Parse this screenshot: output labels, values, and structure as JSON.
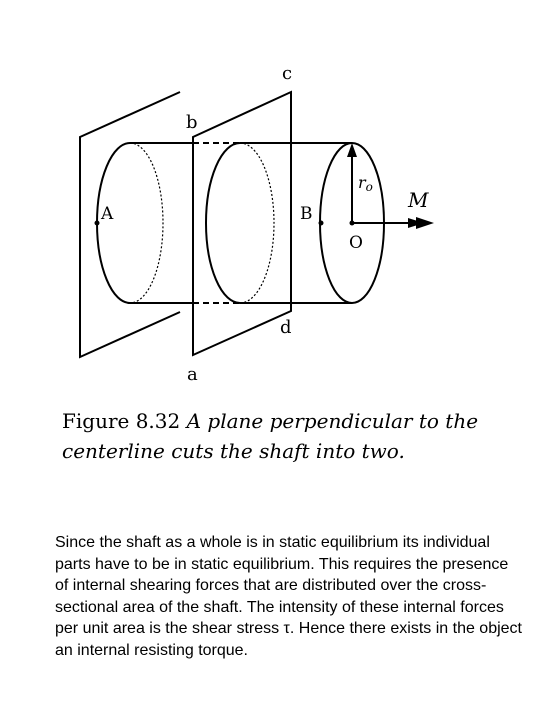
{
  "figure": {
    "labels": {
      "a": "a",
      "b": "b",
      "c": "c",
      "d": "d",
      "A": "A",
      "B": "B",
      "O": "O",
      "radius": "r",
      "radius_sub": "o",
      "moment": "M"
    }
  },
  "caption": {
    "number": "Figure 8.32",
    "text": "A plane perpendicular to the centerline cuts the shaft into two."
  },
  "paragraph": "Since the shaft as a whole is in static equilibrium its individual parts have to be in static equilibrium. This requires the presence of internal shearing forces that are distributed over the cross-sectional area of the shaft. The intensity of these internal forces per unit area is the shear stress τ. Hence there exists in the object an internal resisting torque."
}
